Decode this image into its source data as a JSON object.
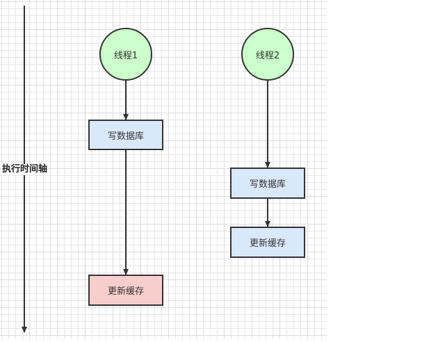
{
  "axis": {
    "label": "执行时间轴"
  },
  "threads": [
    {
      "name": "线程1",
      "steps": [
        "写数据库",
        "更新缓存"
      ]
    },
    {
      "name": "线程2",
      "steps": [
        "写数据库",
        "更新缓存"
      ]
    }
  ],
  "colors": {
    "thread_fill": "#ccffcc",
    "step_fill": "#dae8fc",
    "highlight_fill": "#f8cecc",
    "border": "#333333",
    "grid": "#e6e6e6"
  }
}
